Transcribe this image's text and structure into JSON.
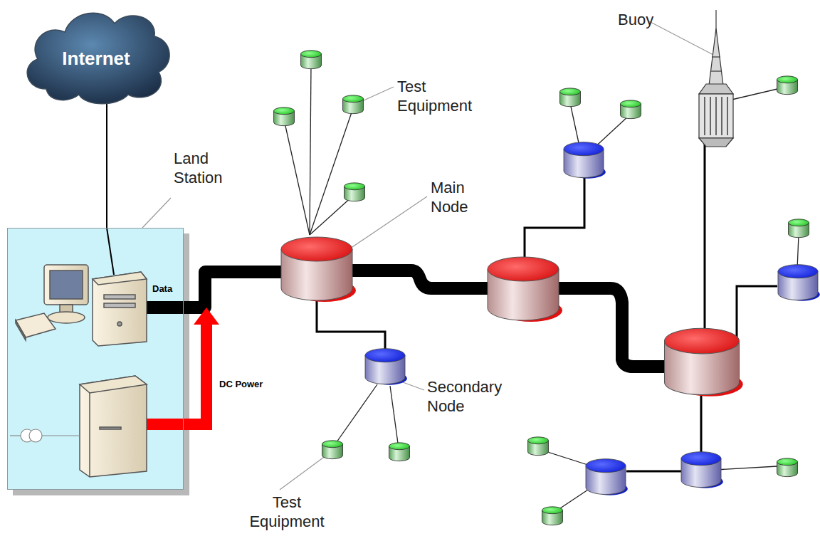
{
  "diagram": {
    "nodes": [
      {
        "text": [
          "Internet"
        ]
      },
      {
        "text": [
          "Land Station"
        ]
      }
    ],
    "edges": [
      {
        "from": 0,
        "to": 1,
        "arrow": "none"
      }
    ],
    "labels": [
      "Data",
      "DC Power",
      "Main Node",
      "Test Equipment",
      "Secondary Node",
      "Test Equipment",
      "Buoy"
    ]
  }
}
